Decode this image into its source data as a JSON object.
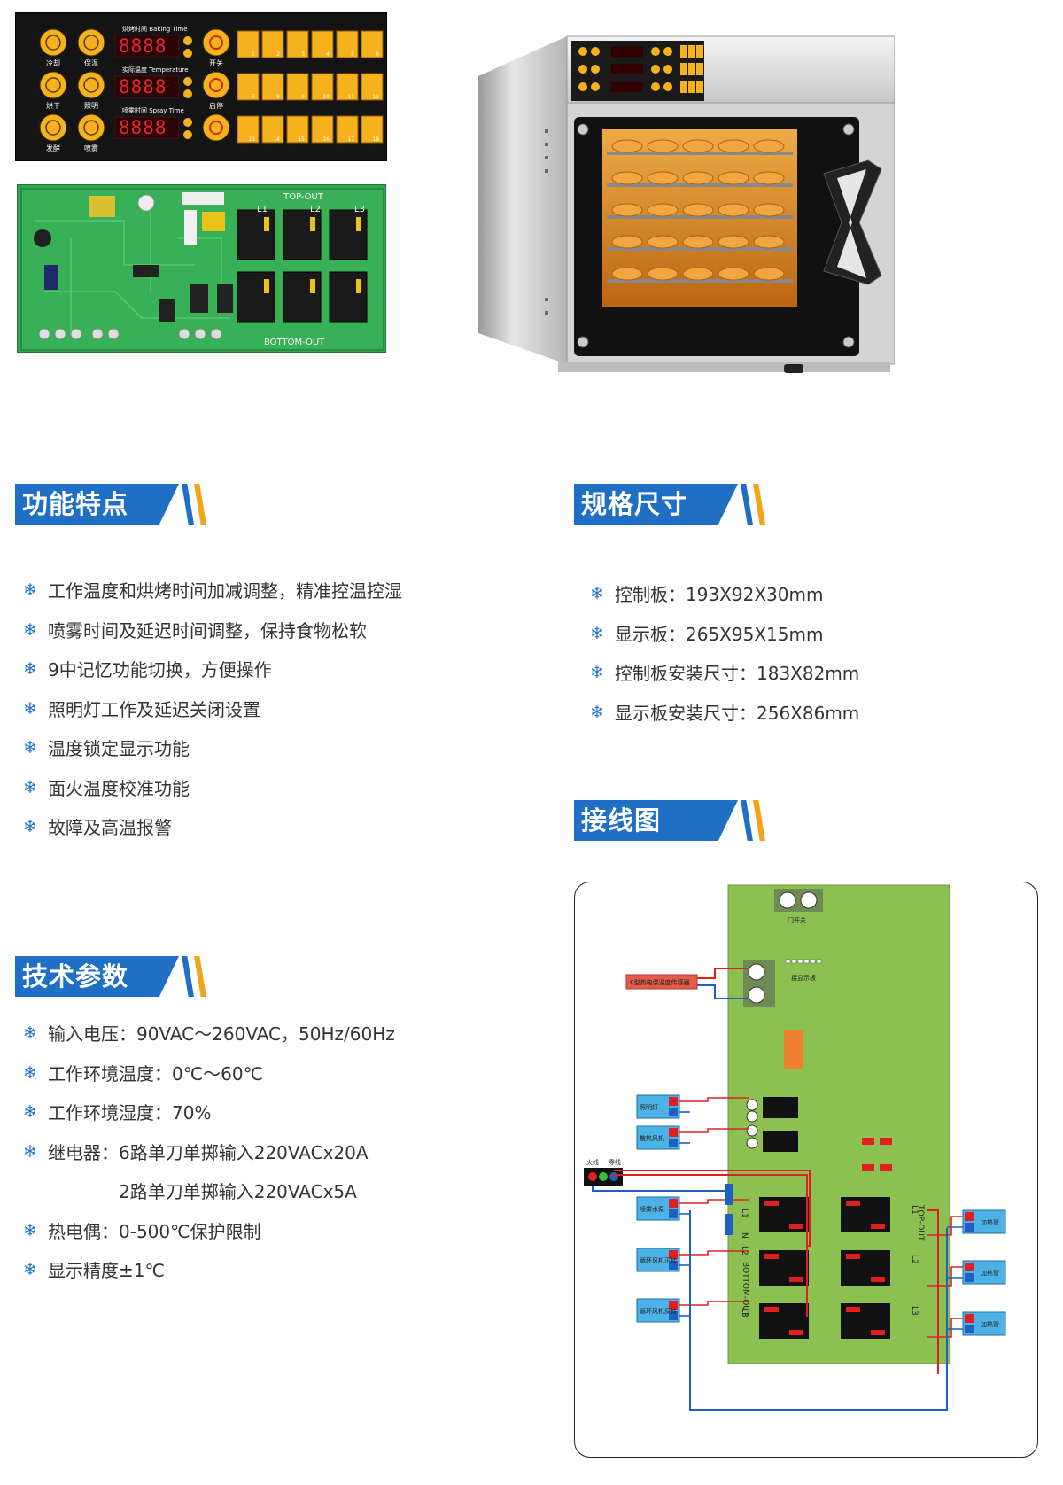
{
  "panel": {
    "displays": [
      {
        "label": "烘烤时间 Baking Time",
        "digits": "8888"
      },
      {
        "label": "实际温度 Temperature",
        "digits": "8888"
      },
      {
        "label": "喷雾时间 Spray Time",
        "digits": "8888"
      }
    ],
    "left_buttons": [
      "冷却",
      "保温",
      "烘干",
      "照明",
      "发酵",
      "喷雾"
    ],
    "mid_buttons": [
      "开关",
      "启停",
      ""
    ],
    "key_numbers": [
      "1",
      "2",
      "3",
      "4",
      "5",
      "6",
      "7",
      "8",
      "9",
      "10",
      "11",
      "12",
      "13",
      "14",
      "15",
      "16",
      "17",
      "18"
    ]
  },
  "pcb": {
    "top_label": "TOP-OUT",
    "bottom_label": "BOTTOM-OUT",
    "relay_labels": [
      "L1",
      "L2",
      "L3"
    ]
  },
  "features": {
    "title": "功能特点",
    "items": [
      "工作温度和烘烤时间加减调整，精准控温控湿",
      "喷雾时间及延迟时间调整，保持食物松软",
      "9中记忆功能切换，方便操作",
      "照明灯工作及延迟关闭设置",
      "温度锁定显示功能",
      "面火温度校准功能",
      "故障及高温报警"
    ]
  },
  "specs": {
    "title": "规格尺寸",
    "items": [
      "控制板：193X92X30mm",
      "显示板：265X95X15mm",
      "控制板安装尺寸：183X82mm",
      "显示板安装尺寸：256X86mm"
    ]
  },
  "tech": {
    "title": "技术参数",
    "items": [
      "输入电压：90VAC～260VAC，50Hz/60Hz",
      "工作环境温度：0℃～60℃",
      "工作环境湿度：70%",
      "继电器：6路单刀单掷输入220VACx20A"
    ],
    "continuation": "2路单刀单掷输入220VACx5A",
    "items_after": [
      "热电偶：0-500℃保护限制",
      "显示精度±1℃"
    ]
  },
  "wiring": {
    "title": "接线图",
    "door_switch": "门开关",
    "sensor": "K型热电偶温度传感器",
    "display_port": "接显示板",
    "lamp": "照明灯",
    "cooling_fan": "散热风机",
    "power_live": "火线",
    "power_neutral": "零线",
    "spray_pump": "喷雾水泵",
    "fan_forward": "循环风机正转",
    "fan_reverse": "循环风机反转",
    "heater": "加热管",
    "pin_L": "L",
    "pin_N": "N",
    "board_L1": "L1",
    "board_L2": "L2",
    "board_L3": "L3",
    "top_out": "TOP-OUT",
    "bottom_out": "BOTTOM-OUT"
  },
  "colors": {
    "header_blue": "#1f6fc4",
    "header_orange": "#f2a51a",
    "key_orange": "#f6b21c",
    "pcb_green": "#33a852",
    "board_green": "#8cc152",
    "wire_red": "#e02020",
    "wire_blue": "#1f5fbf"
  }
}
